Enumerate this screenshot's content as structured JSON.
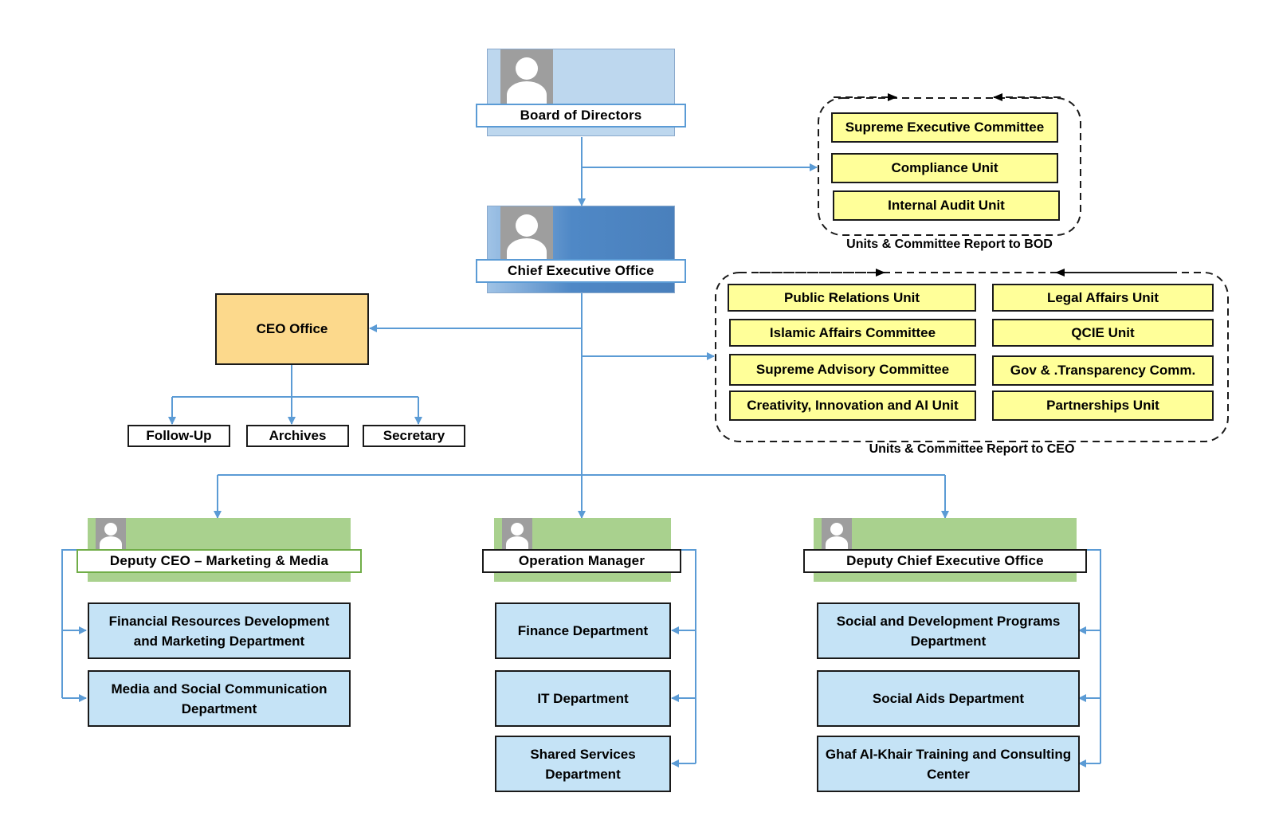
{
  "board": {
    "title": "Board of Directors"
  },
  "ceo": {
    "title": "Chief Executive Office"
  },
  "ceo_office": {
    "title": "CEO Office",
    "children": [
      "Follow-Up",
      "Archives",
      "Secretary"
    ]
  },
  "bod_units": {
    "caption": "Units & Committee Report to BOD",
    "items": [
      "Supreme Executive Committee",
      "Compliance Unit",
      "Internal Audit Unit"
    ]
  },
  "ceo_units": {
    "caption": "Units & Committee Report to CEO",
    "left": [
      "Public Relations Unit",
      "Islamic Affairs Committee",
      "Supreme Advisory Committee",
      "Creativity, Innovation and AI Unit"
    ],
    "right": [
      "Legal Affairs Unit",
      "QCIE Unit",
      "Gov & .Transparency Comm.",
      "Partnerships Unit"
    ]
  },
  "divisions": [
    {
      "title": "Deputy CEO – Marketing & Media",
      "departments": [
        "Financial Resources Development and Marketing Department",
        "Media and Social Communication Department"
      ]
    },
    {
      "title": "Operation Manager",
      "departments": [
        "Finance Department",
        "IT Department",
        "Shared Services Department"
      ]
    },
    {
      "title": "Deputy Chief Executive Office",
      "departments": [
        "Social and Development Programs Department",
        "Social Aids Department",
        "Ghaf Al-Khair Training and Consulting Center"
      ]
    }
  ],
  "colors": {
    "connector": "#5b9bd5",
    "board_fill": "#bdd7ee",
    "ceo_fill": "#4f88c6",
    "division_fill": "#a9d18e",
    "unit_fill": "#ffff99",
    "department_fill": "#c5e3f6",
    "ceo_office_fill": "#fcd98c"
  },
  "icons": {
    "person": "person-placeholder-icon"
  }
}
